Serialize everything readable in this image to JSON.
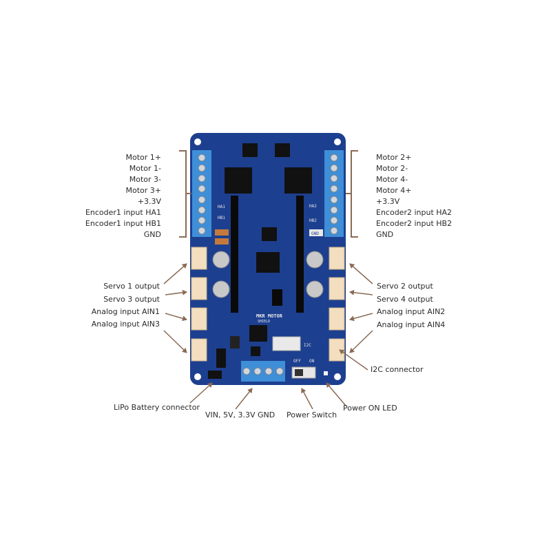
{
  "board": {
    "silkscreen_title": "MKR MOTOR",
    "silkscreen_subtitle": "SHIELD",
    "ha1": "HA1",
    "hb1": "HB1",
    "ha2": "HA2",
    "hb2": "HB2",
    "gnd": "GND",
    "i2c": "I2C",
    "off": "OFF",
    "on": "ON",
    "colors": {
      "pcb": "#1d3f8f",
      "terminal": "#3f8ed8",
      "header": "#f3dfbf",
      "bracket": "#8a6a55"
    }
  },
  "left_labels": [
    "Motor 1+",
    "Motor 1-",
    "Motor 3-",
    "Motor 3+",
    "+3.3V",
    "Encoder1 input HA1",
    "Encoder1 input HB1",
    "GND"
  ],
  "right_labels": [
    "Motor 2+",
    "Motor 2-",
    "Motor 4-",
    "Motor 4+",
    "+3.3V",
    "Encoder2 input HA2",
    "Encoder2 input HB2",
    "GND"
  ],
  "callouts": {
    "servo1": "Servo 1 output",
    "servo3": "Servo 3 output",
    "ain1": "Analog input AIN1",
    "ain3": "Analog input AIN3",
    "servo2": "Servo 2 output",
    "servo4": "Servo 4 output",
    "ain2": "Analog input AIN2",
    "ain4": "Analog input AIN4",
    "i2c_connector": "I2C connector",
    "lipo": "LiPo Battery connector",
    "vin": "VIN, 5V, 3.3V GND",
    "power_switch": "Power Switch",
    "power_led": "Power ON LED"
  }
}
